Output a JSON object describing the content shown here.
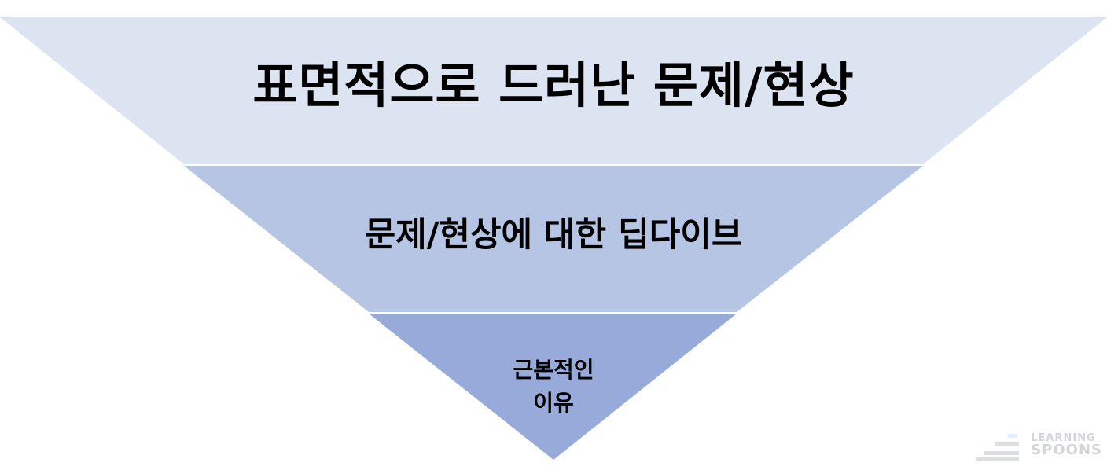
{
  "diagram": {
    "type": "inverted-funnel",
    "layers": [
      {
        "id": "surface",
        "label": "표면적으로 드러난 문제/현상",
        "color": "#dce3f1"
      },
      {
        "id": "deep-dive",
        "label": "문제/현상에 대한 딥다이브",
        "color": "#b6c5e4"
      },
      {
        "id": "root-cause",
        "label_lines": [
          "근본적인",
          "이유"
        ],
        "color": "#97aad9"
      }
    ],
    "separator_color": "#ffffff"
  },
  "logo": {
    "line1": "LEARNING",
    "line2": "SPOONS",
    "accent_color": "#e3f0fb",
    "bar_color": "#dcdee2"
  }
}
